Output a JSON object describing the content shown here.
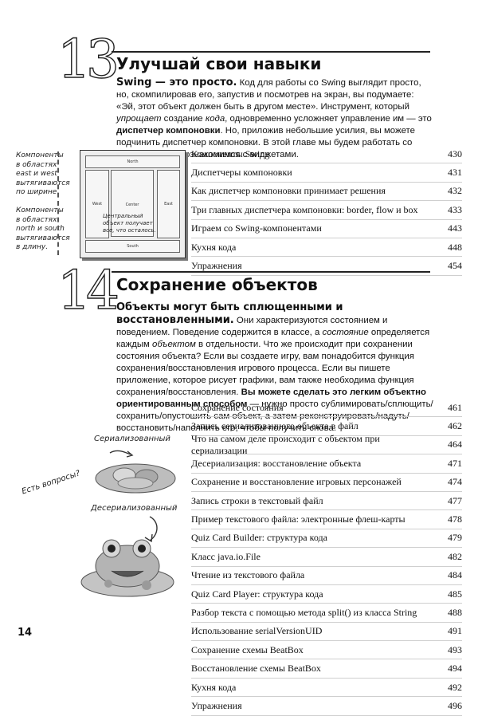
{
  "chapter13": {
    "number": "13",
    "title": "Улучшай свои навыки",
    "lead": "Swing — это просто.",
    "paragraph_html": "Код для работы со Swing выглядит просто, но, скомпилировав его, запустив и посмотрев на экран, вы подумаете: «Эй, этот объект должен быть в другом месте». Инструмент, который <i>упрощает</i> создание <i>кода</i>, одновременно усложняет управление им — это <b>диспетчер компоновки</b>. Но, приложив небольшие усилия, вы можете подчинить диспетчер компоновки. В этой главе мы будем работать со Swing и ближе познакомимся с виджетами.",
    "side_note_html": "Компоненты<br>в областях<br>east и west<br>вытягиваются<br>по ширине.<br><br>Компоненты<br>в областях<br>north и south<br>вытягиваются<br>в длину.",
    "mock_ui": {
      "north": "North",
      "south": "South",
      "west": "West",
      "center": "Center",
      "east": "East",
      "center_note_html": "Центральный<br>объект получает<br>все, что осталось."
    },
    "toc": [
      {
        "title": "Компоненты Swing",
        "page": "430"
      },
      {
        "title": "Диспетчеры компоновки",
        "page": "431"
      },
      {
        "title": "Как диспетчер компоновки принимает решения",
        "page": "432"
      },
      {
        "title": "Три главных диспетчера компоновки: border, flow и box",
        "page": "433"
      },
      {
        "title": "Играем со Swing-компонентами",
        "page": "443"
      },
      {
        "title": "Кухня кода",
        "page": "448"
      },
      {
        "title": "Упражнения",
        "page": "454"
      }
    ]
  },
  "chapter14": {
    "number": "14",
    "title": "Сохранение объектов",
    "lead": "Объекты могут быть сплющенными и восстановленными.",
    "paragraph_html": "Они характеризуются состоянием и поведением. Поведение содержится в классе, а <i>состояние</i> определяется каждым <i>объектом</i> в отдельности. Что же происходит при сохранении состояния объекта? Если вы создаете игру, вам понадобится функция сохранения/восстановления игрового процесса. Если вы пишете приложение, которое рисует графики, вам также необходима функция сохранения/восстановления. <b>Вы можете сделать это легким объектно ориентированным способом</b> — нужно просто сублимировать/сплющить/сохранить/опустошить сам объект, а затем реконструировать/надуть/восстановить/наполнить его, чтобы получить снова.",
    "label_serialized": "Сериализованный",
    "label_questions": "Есть вопросы?",
    "label_deserialized": "Десериализованный",
    "toc": [
      {
        "title": "Сохранение состояния",
        "page": "461"
      },
      {
        "title": "Запись сериализованного объекта в файл",
        "page": "462"
      },
      {
        "title": "Что на самом деле происходит с объектом при сериализации",
        "page": "464"
      },
      {
        "title": "Десериализация: восстановление объекта",
        "page": "471"
      },
      {
        "title": "Сохранение и восстановление игровых персонажей",
        "page": "474"
      },
      {
        "title": "Запись строки в текстовый файл",
        "page": "477"
      },
      {
        "title": "Пример текстового файла: электронные флеш-карты",
        "page": "478"
      },
      {
        "title": "Quiz Card Builder: структура кода",
        "page": "479"
      },
      {
        "title": "Класс java.io.File",
        "page": "482"
      },
      {
        "title": "Чтение из текстового файла",
        "page": "484"
      },
      {
        "title": "Quiz Card Player: структура кода",
        "page": "485"
      },
      {
        "title": "Разбор текста с помощью метода split() из класса String",
        "page": "488"
      },
      {
        "title": "Использование serialVersionUID",
        "page": "491"
      },
      {
        "title": "Сохранение схемы BeatBox",
        "page": "493"
      },
      {
        "title": "Восстановление схемы BeatBox",
        "page": "494"
      },
      {
        "title": "Кухня кода",
        "page": "492"
      },
      {
        "title": "Упражнения",
        "page": "496"
      }
    ]
  },
  "page_number": "14"
}
